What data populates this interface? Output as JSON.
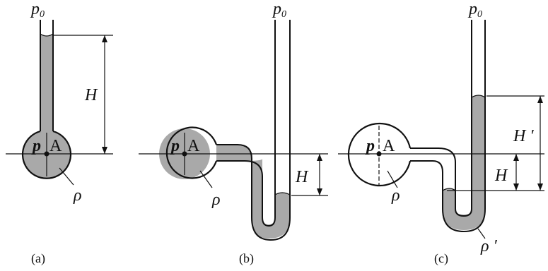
{
  "panels": {
    "a": {
      "caption": "(a)",
      "top_pressure": "p",
      "top_pressure_sub": "0",
      "height": "H",
      "point_p": "p",
      "point_A": "A",
      "density": "ρ"
    },
    "b": {
      "caption": "(b)",
      "top_pressure": "p",
      "top_pressure_sub": "0",
      "height": "H",
      "point_p": "p",
      "point_A": "A",
      "density": "ρ"
    },
    "c": {
      "caption": "(c)",
      "top_pressure": "p",
      "top_pressure_sub": "0",
      "height": "H",
      "height2": "H ′",
      "point_p": "p",
      "point_A": "A",
      "density": "ρ",
      "density2": "ρ ′"
    }
  },
  "colors": {
    "fluid": "#a9a9a9",
    "line": "#111111",
    "background": "#ffffff"
  }
}
